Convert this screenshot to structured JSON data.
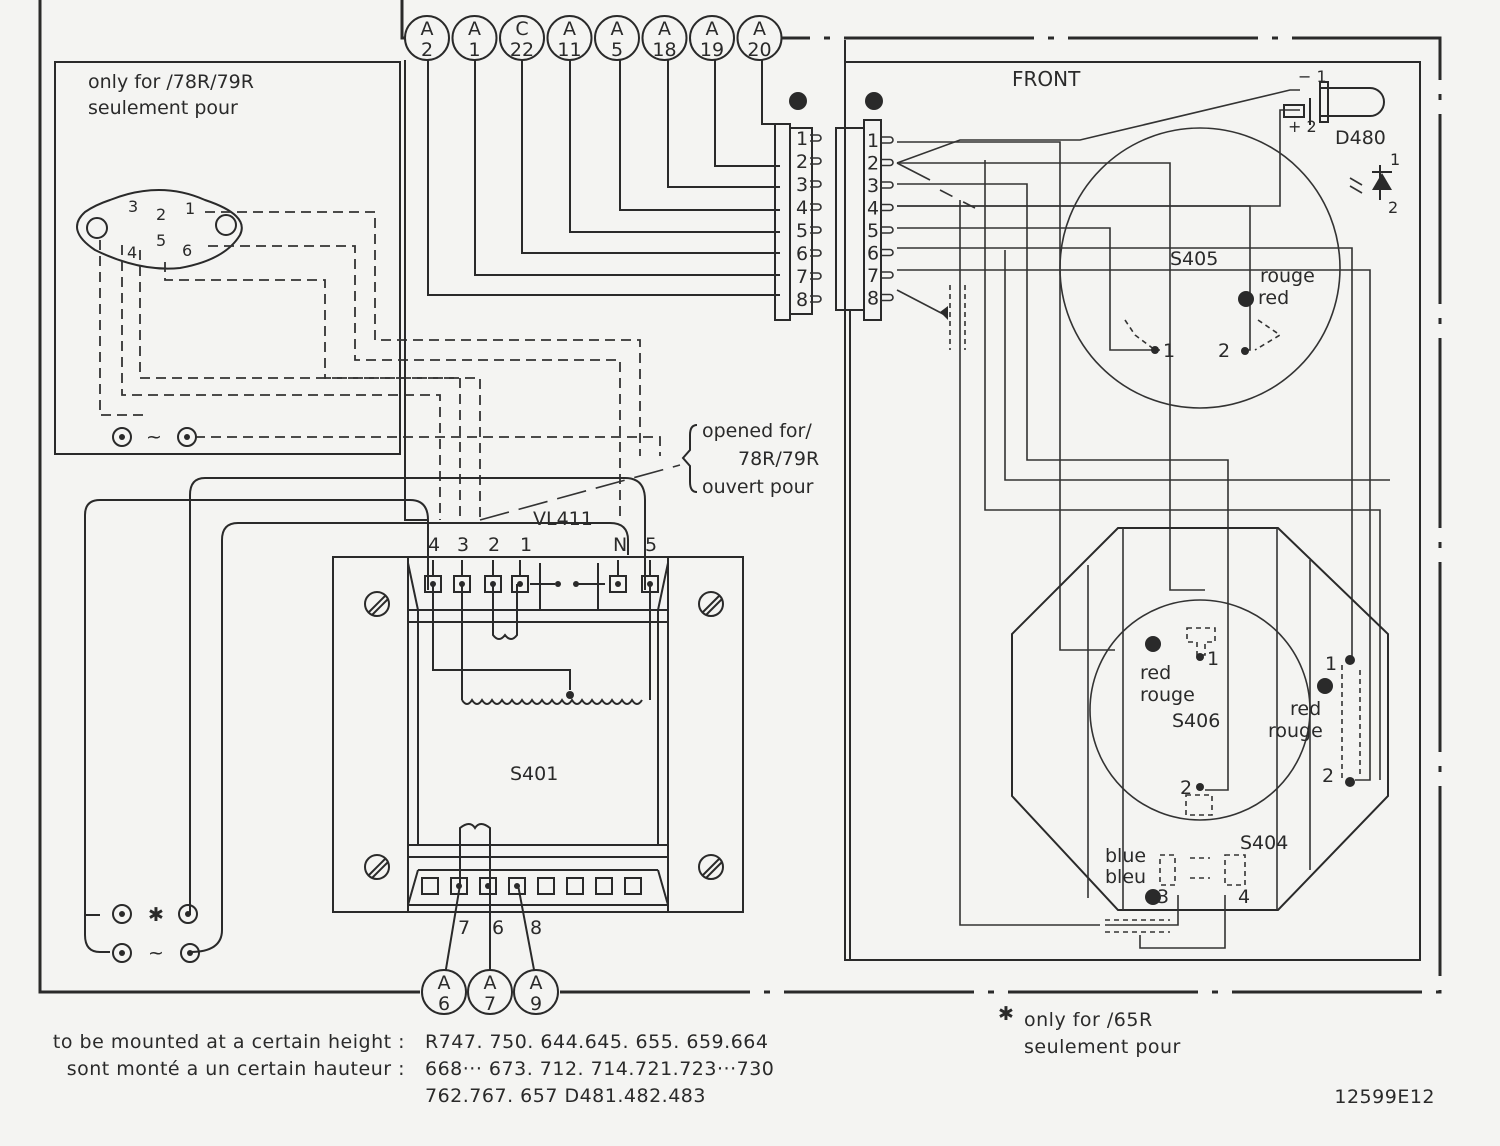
{
  "top_bubbles": [
    {
      "letter": "A",
      "num": "2"
    },
    {
      "letter": "A",
      "num": "1"
    },
    {
      "letter": "C",
      "num": "22"
    },
    {
      "letter": "A",
      "num": "11"
    },
    {
      "letter": "A",
      "num": "5"
    },
    {
      "letter": "A",
      "num": "18"
    },
    {
      "letter": "A",
      "num": "19"
    },
    {
      "letter": "A",
      "num": "20"
    }
  ],
  "bottom_bubbles": [
    {
      "letter": "A",
      "num": "6"
    },
    {
      "letter": "A",
      "num": "7"
    },
    {
      "letter": "A",
      "num": "9"
    }
  ],
  "option_box": {
    "line1": "only for /78R/79R",
    "line2": "seulement pour",
    "socket_pins": [
      "1",
      "2",
      "3",
      "4",
      "5",
      "6"
    ],
    "ac_symbol": "~"
  },
  "opened_note": {
    "line1": "opened for/",
    "line2": "78R/79R",
    "line3": "ouvert pour"
  },
  "vl411": {
    "label": "VL411",
    "terminals": [
      "4",
      "3",
      "2",
      "1",
      "N",
      "5"
    ]
  },
  "s401": {
    "label": "S401",
    "bottom_terminals": [
      "7",
      "6",
      "8"
    ]
  },
  "left_sockets": {
    "star_symbol": "✱",
    "ac_symbol": "~"
  },
  "connectors": {
    "left_pins": [
      "1",
      "2",
      "3",
      "4",
      "5",
      "6",
      "7",
      "8"
    ],
    "right_pins": [
      "1",
      "2",
      "3",
      "4",
      "5",
      "6",
      "7",
      "8"
    ]
  },
  "front_panel": {
    "label": "FRONT",
    "led": {
      "label": "D480",
      "pin_minus": "− 1",
      "pin_plus": "+ 2",
      "sym_pin1": "1",
      "sym_pin2": "2"
    },
    "s405": {
      "label": "S405",
      "color_fr": "rouge",
      "color_en": "red",
      "pin1": "1",
      "pin2": "2"
    },
    "s406": {
      "label": "S406",
      "color_en": "red",
      "color_fr": "rouge",
      "pin1": "1",
      "pin2": "2"
    },
    "side_switch": {
      "color_en": "red",
      "color_fr": "rouge",
      "pin1": "1",
      "pin2": "2"
    },
    "s404": {
      "label": "S404",
      "color_en": "blue",
      "color_fr": "bleu",
      "pin3": "3",
      "pin4": "4"
    }
  },
  "footer": {
    "mount_en": "to be mounted at a certain height :",
    "mount_fr": "sont monté a un certain hauteur :",
    "refs_line1": "R747. 750. 644.645. 655. 659.664",
    "refs_line2": "668··· 673. 712. 714.721.723···730",
    "refs_line3": "762.767. 657    D481.482.483",
    "star_note_mark": "✱",
    "star_note_line1": "only for /65R",
    "star_note_line2": "seulement pour",
    "drawing_number": "12599E12"
  }
}
